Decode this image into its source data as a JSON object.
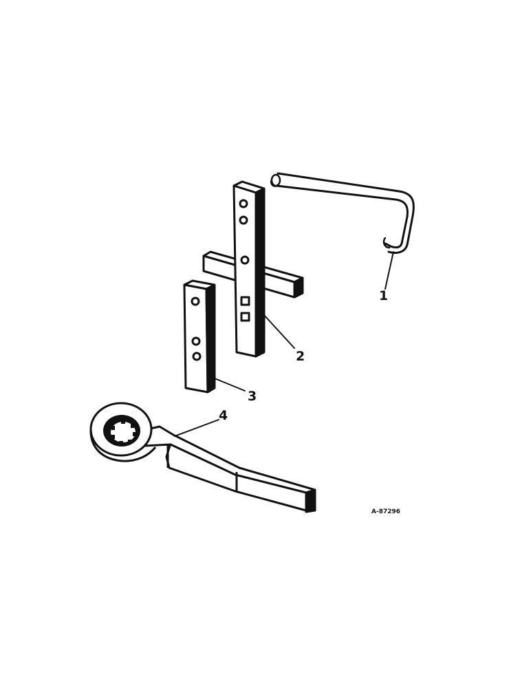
{
  "figure_id": "A-87296",
  "parts": [
    {
      "callout": "1",
      "icon": "hook-rod"
    },
    {
      "callout": "2",
      "icon": "long-bar-with-crossbar"
    },
    {
      "callout": "3",
      "icon": "short-plate"
    },
    {
      "callout": "4",
      "icon": "ring-wrench"
    }
  ],
  "colors": {
    "ink": "#111111",
    "paper": "#ffffff"
  }
}
